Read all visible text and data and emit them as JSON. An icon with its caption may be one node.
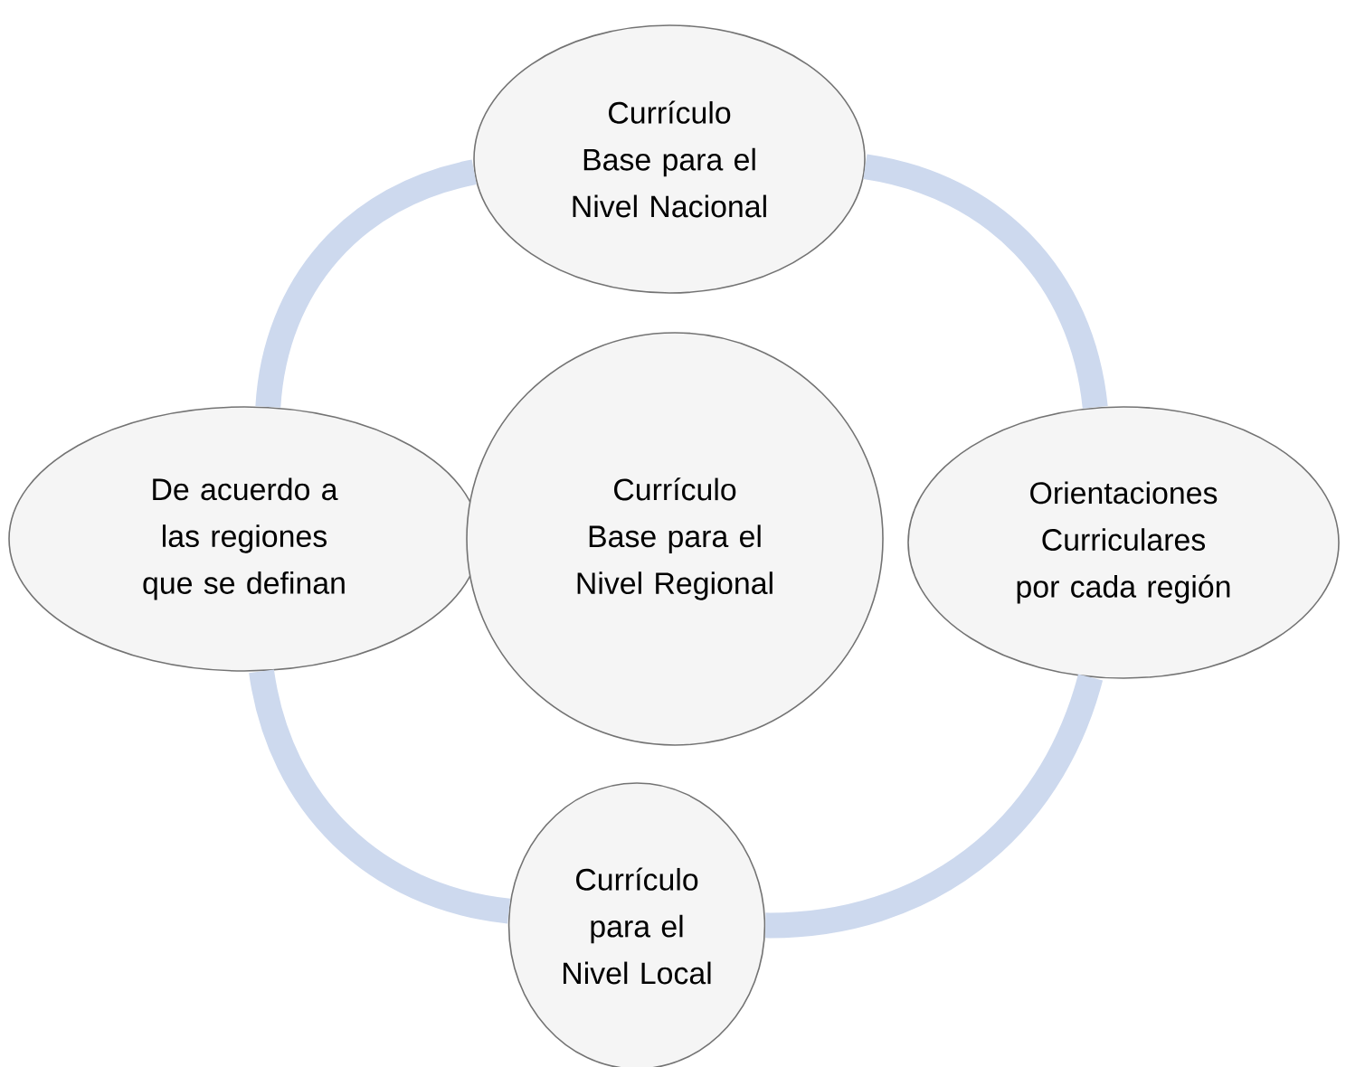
{
  "diagram": {
    "nodes": [
      {
        "text": [
          "Currículo Base para el Nivel Nacional"
        ]
      },
      {
        "text": [
          "De acuerdo a las regiones que se definan"
        ]
      },
      {
        "text": [
          "Currículo Base para el Nivel Regional"
        ]
      },
      {
        "text": [
          "Orientaciones Curriculares por cada región"
        ]
      },
      {
        "text": [
          "Currículo para el Nivel Local"
        ]
      }
    ],
    "edges": [
      {
        "from": 0,
        "to": 3,
        "arrow": "none"
      },
      {
        "from": 3,
        "to": 4,
        "arrow": "none"
      },
      {
        "from": 4,
        "to": 1,
        "arrow": "none"
      },
      {
        "from": 1,
        "to": 0,
        "arrow": "none"
      }
    ]
  }
}
